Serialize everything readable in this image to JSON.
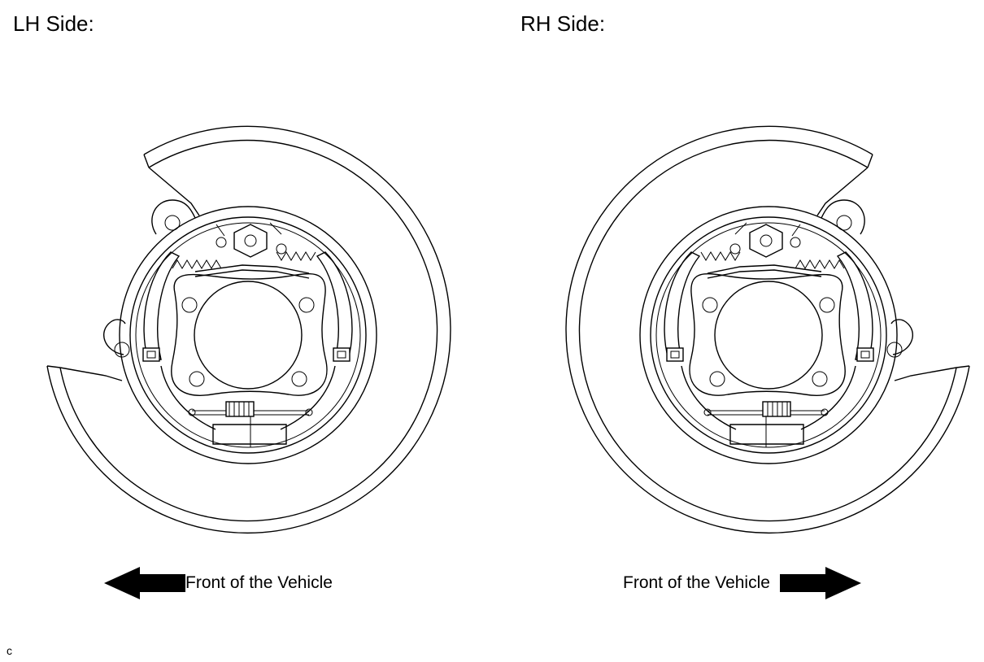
{
  "lh": {
    "title": "LH Side:",
    "direction_label": "Front of the Vehicle",
    "arrow": "arrow-left-icon"
  },
  "rh": {
    "title": "RH Side:",
    "direction_label": "Front of the Vehicle",
    "arrow": "arrow-right-icon"
  },
  "corner_code": "c"
}
